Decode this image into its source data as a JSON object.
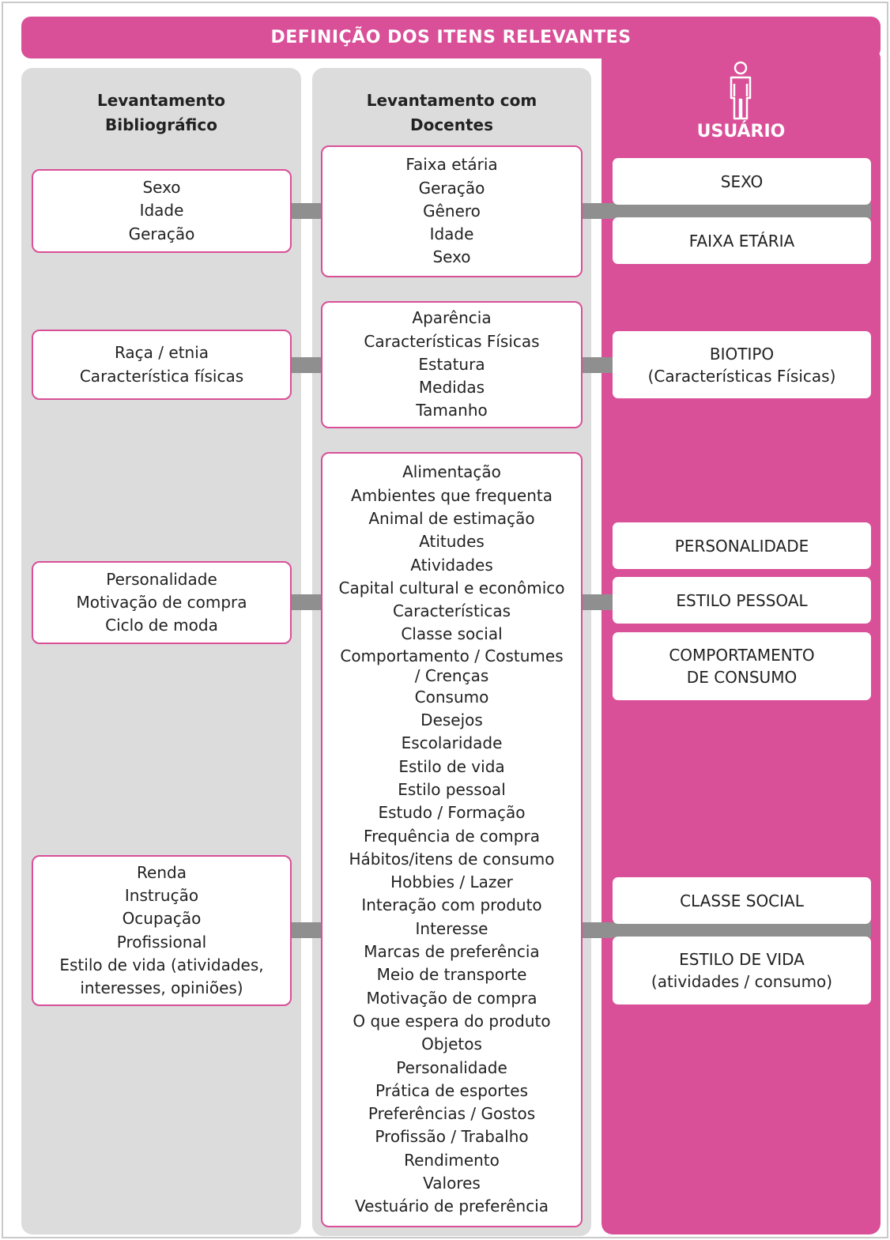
{
  "title": "DEFINIÇÃO DOS ITENS RELEVANTES",
  "colors": {
    "accent": "#d94f98",
    "column_bg": "#dcdcdc",
    "connector": "#8f8f8f"
  },
  "columns": {
    "bibliografico": {
      "header": [
        "Levantamento",
        "Bibliográfico"
      ]
    },
    "docentes": {
      "header": [
        "Levantamento com",
        "Docentes"
      ]
    },
    "usuario": {
      "header": "USUÁRIO",
      "icon": "person-icon"
    }
  },
  "rows": [
    {
      "bibliografico": [
        "Sexo",
        "Idade",
        "Geração"
      ],
      "docentes": [
        "Faixa etária",
        "Geração",
        "Gênero",
        "Idade",
        "Sexo"
      ],
      "usuario": [
        [
          "SEXO"
        ],
        [
          "FAIXA ETÁRIA"
        ]
      ]
    },
    {
      "bibliografico": [
        "Raça / etnia",
        "Característica físicas"
      ],
      "docentes": [
        "Aparência",
        "Características Físicas",
        "Estatura",
        "Medidas",
        "Tamanho"
      ],
      "usuario": [
        [
          "BIOTIPO",
          "(Características Físicas)"
        ]
      ]
    },
    {
      "bibliografico": [
        "Personalidade",
        "Motivação de compra",
        "Ciclo de moda"
      ],
      "docentes": [
        "Alimentação",
        "Ambientes que frequenta",
        "Animal de estimação",
        "Atitudes",
        "Atividades",
        "Capital cultural e econômico",
        "Características",
        "Classe social",
        "Comportamento / Costumes",
        "/ Crenças",
        "Consumo",
        "Desejos",
        "Escolaridade",
        "Estilo de vida",
        "Estilo pessoal",
        "Estudo / Formação",
        "Frequência de compra",
        "Hábitos/itens de consumo",
        "Hobbies / Lazer",
        "Interação com produto",
        "Interesse",
        "Marcas de preferência",
        "Meio de transporte",
        "Motivação de compra",
        "O que espera do produto",
        "Objetos",
        "Personalidade",
        "Prática de esportes",
        "Preferências / Gostos",
        "Profissão / Trabalho",
        "Rendimento",
        "Valores",
        "Vestuário de preferência"
      ],
      "usuario": [
        [
          "PERSONALIDADE"
        ],
        [
          "ESTILO PESSOAL"
        ],
        [
          "COMPORTAMENTO",
          "DE CONSUMO"
        ]
      ]
    },
    {
      "bibliografico": [
        "Renda",
        "Instrução",
        "Ocupação",
        "Profissional",
        "Estilo de vida (atividades,",
        "interesses, opiniões)"
      ],
      "usuario": [
        [
          "CLASSE SOCIAL"
        ],
        [
          "ESTILO DE VIDA",
          "(atividades / consumo)"
        ]
      ]
    }
  ]
}
